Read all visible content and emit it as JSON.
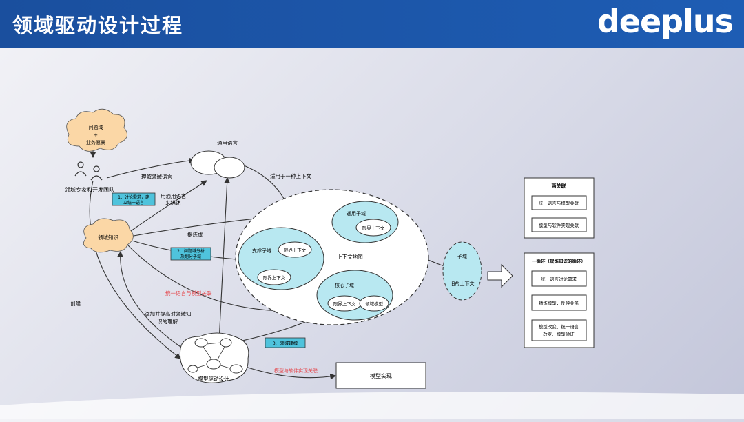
{
  "header": {
    "title": "领域驱动设计过程",
    "logo": "deeplus"
  },
  "diagram": {
    "problem_cloud": [
      "问题域",
      "+",
      "业务愿景"
    ],
    "team": "领域专家和开发团队",
    "ubiquitous_language": "通用语言",
    "understand_language": "理解领域语言",
    "step1": [
      "1、讨论需求，建",
      "立统一语言"
    ],
    "describe": [
      "用通用语言",
      "来描述"
    ],
    "apply_context": "适用于一种上下文",
    "domain_knowledge": "领域知识",
    "refine": "提炼成",
    "step2": [
      "2、问题域分析",
      "及划分子域"
    ],
    "create": "创建",
    "add_understanding": [
      "添加并提高对领域知",
      "识的理解"
    ],
    "unify_link": "统一语言与模型关联",
    "step3": "3、领域建模",
    "model_impl_link": "模型与软件实现关联",
    "model_driven": "模型驱动设计",
    "model_impl": "模型实现",
    "context_map": "上下文地图",
    "generic_subdomain": "通用子域",
    "support_subdomain": "支撑子域",
    "core_subdomain": "核心子域",
    "bounded_context": "限界上下文",
    "domain_model": "领域模型",
    "subdomain": "子域",
    "old_context": "旧的上下文",
    "two_links": {
      "title": "两关联",
      "items": [
        "统一语言与模型关联",
        "模型与软件实现关联"
      ]
    },
    "one_loop": {
      "title": "一循环（提炼知识的循环）",
      "items": [
        [
          "统一语言讨论需求"
        ],
        [
          "精炼模型，反映业务"
        ],
        [
          "模型改变、统一语言",
          "改变、模型验证"
        ]
      ]
    }
  },
  "colors": {
    "header": "#1e5db4",
    "cyan": "#b8e8f1",
    "cloud": "#fbd7a6",
    "red_text": "#e5484d",
    "label_box": "#4fc3dc"
  }
}
